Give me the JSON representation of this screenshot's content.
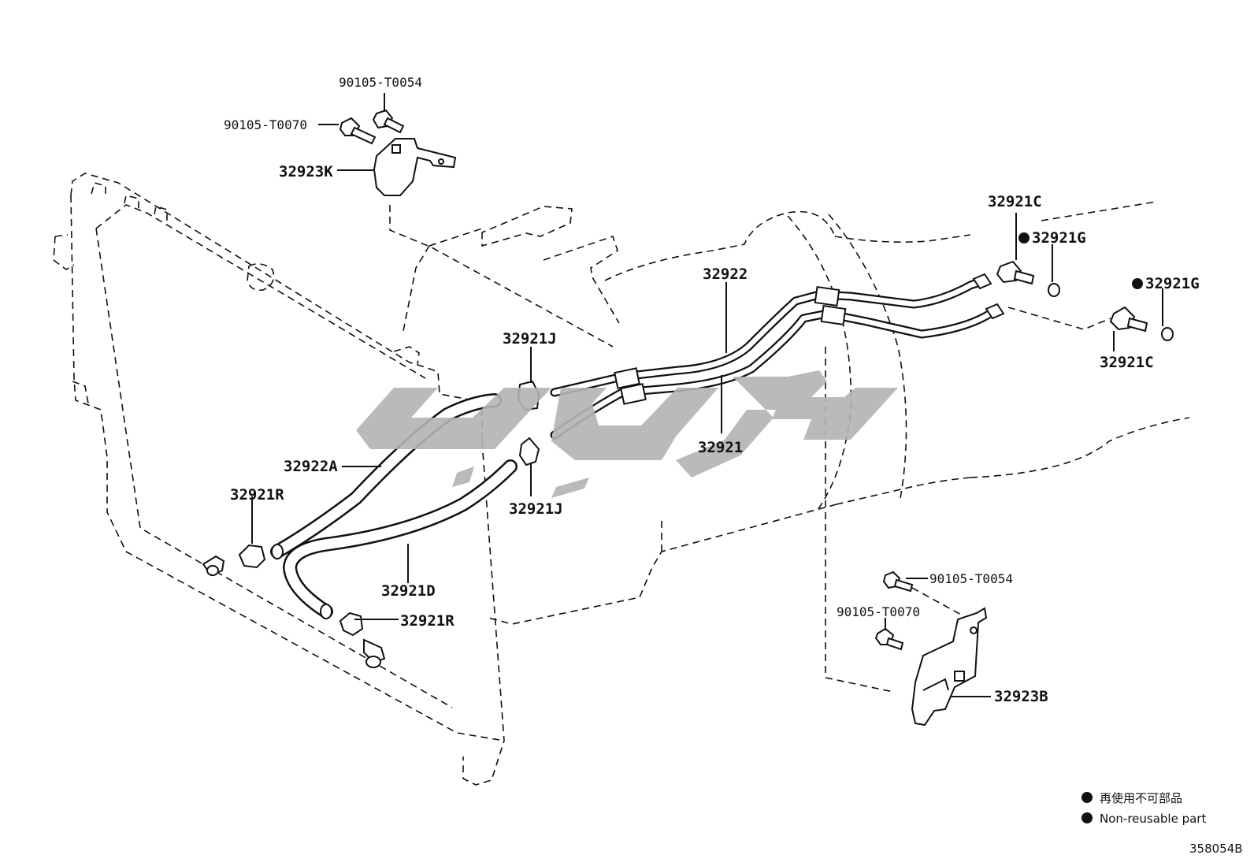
{
  "diagram": {
    "labels": {
      "bolt_top_1": "90105-T0054",
      "bolt_top_2": "90105-T0070",
      "bracket_top": "32923K",
      "pipe_upper": "32922",
      "pipe_lower": "32921",
      "hose_upper": "32922A",
      "hose_lower": "32921D",
      "clamp_r_upper": "32921R",
      "clamp_r_lower": "32921R",
      "clamp_j_upper": "32921J",
      "clamp_j_lower": "32921J",
      "union_upper": "32921C",
      "union_lower": "32921C",
      "gasket_upper": "32921G",
      "gasket_lower": "32921G",
      "bolt_bottom_1": "90105-T0054",
      "bolt_bottom_2": "90105-T0070",
      "bracket_bottom": "32923B"
    },
    "legend": {
      "jp": "再使用不可部品",
      "en": "Non-reusable part"
    },
    "diagram_code": "358054B",
    "colors": {
      "line": "#111111",
      "watermark": "#b3b3b3"
    }
  }
}
